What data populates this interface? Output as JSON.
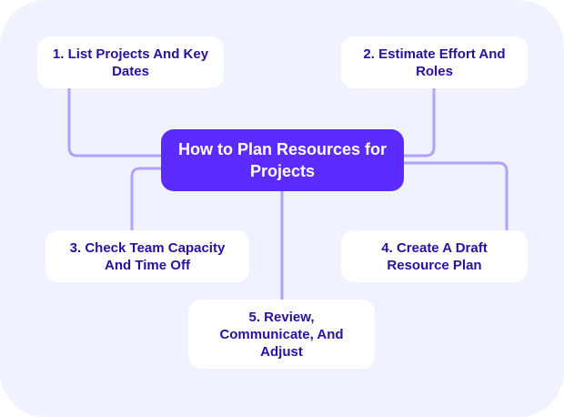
{
  "diagram": {
    "title": "How to Plan Resources for Projects",
    "colors": {
      "background": "#f0f2ff",
      "center_fill": "#5b2bff",
      "node_fill": "#ffffff",
      "node_text": "#2a0fa0",
      "connector": "#b2a2ff"
    },
    "nodes": [
      {
        "label": "1. List Projects And Key Dates"
      },
      {
        "label": "2. Estimate Effort And Roles"
      },
      {
        "label": "3. Check Team Capacity And Time Off"
      },
      {
        "label": "4. Create A Draft Resource Plan"
      },
      {
        "label": "5. Review, Communicate, And Adjust"
      }
    ]
  }
}
